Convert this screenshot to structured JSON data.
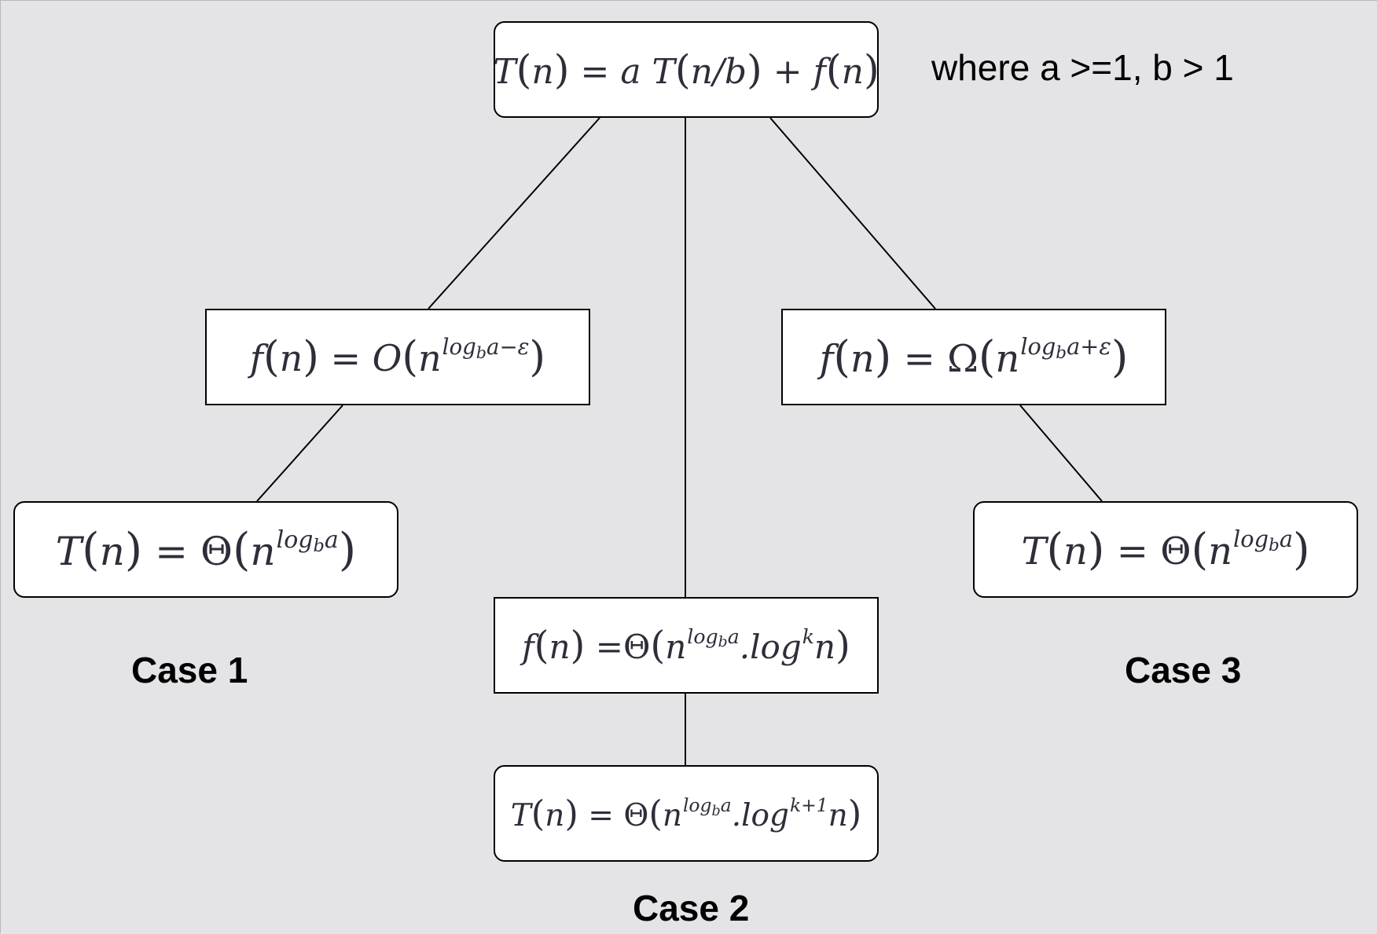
{
  "root": {
    "lhs": "T(n)",
    "rhs": "a T(n/b) + f(n)",
    "condition_note": "where a >=1, b > 1"
  },
  "cases": [
    {
      "label": "Case 1",
      "condition": "f(n) = O(n^{log_b a − ε})",
      "result": "T(n) = Θ(n^{log_b a})"
    },
    {
      "label": "Case 2",
      "condition": "f(n) =Θ(n^{log_b a}.log^k n)",
      "result": "T(n) = Θ(n^{log_b a}.log^{k+1} n)"
    },
    {
      "label": "Case 3",
      "condition": "f(n) = Ω(n^{log_b a + ε})",
      "result": "T(n) = Θ(n^{log_b a})"
    }
  ],
  "colors": {
    "background": "#e4e4e7",
    "node_fill": "#ffffff",
    "border": "#000000",
    "math_text": "#2e2e3a"
  }
}
